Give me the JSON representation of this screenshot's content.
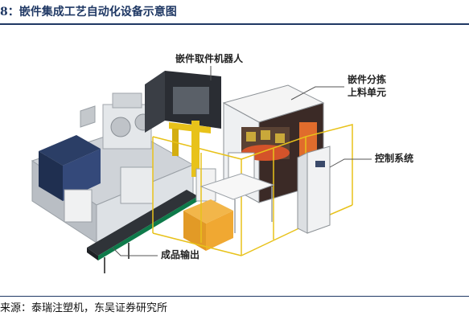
{
  "figure": {
    "title": "8：嵌件集成工艺自动化设备示意图",
    "source": "来源：泰瑞注塑机，东吴证券研究所"
  },
  "callouts": {
    "robot": "嵌件取件机器人",
    "sorting_line1": "嵌件分拣",
    "sorting_line2": "上料单元",
    "control": "控制系统",
    "output": "成品输出"
  }
}
